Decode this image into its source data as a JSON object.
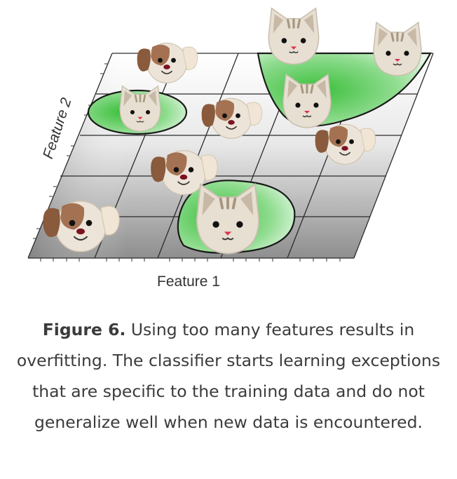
{
  "figure": {
    "xlabel": "Feature 1",
    "ylabel": "Feature 2",
    "classes": [
      {
        "name": "cat",
        "icon": "cat-face-icon"
      },
      {
        "name": "dog",
        "icon": "dog-face-icon"
      }
    ],
    "region_color": "#4cc24c",
    "grid_color": "#2b2b2b"
  },
  "caption": {
    "lead": "Figure 6.",
    "text": " Using too many features results in overfitting. The classifier starts learning exceptions that are specific to the training data and do not generalize well when new data is encountered."
  }
}
